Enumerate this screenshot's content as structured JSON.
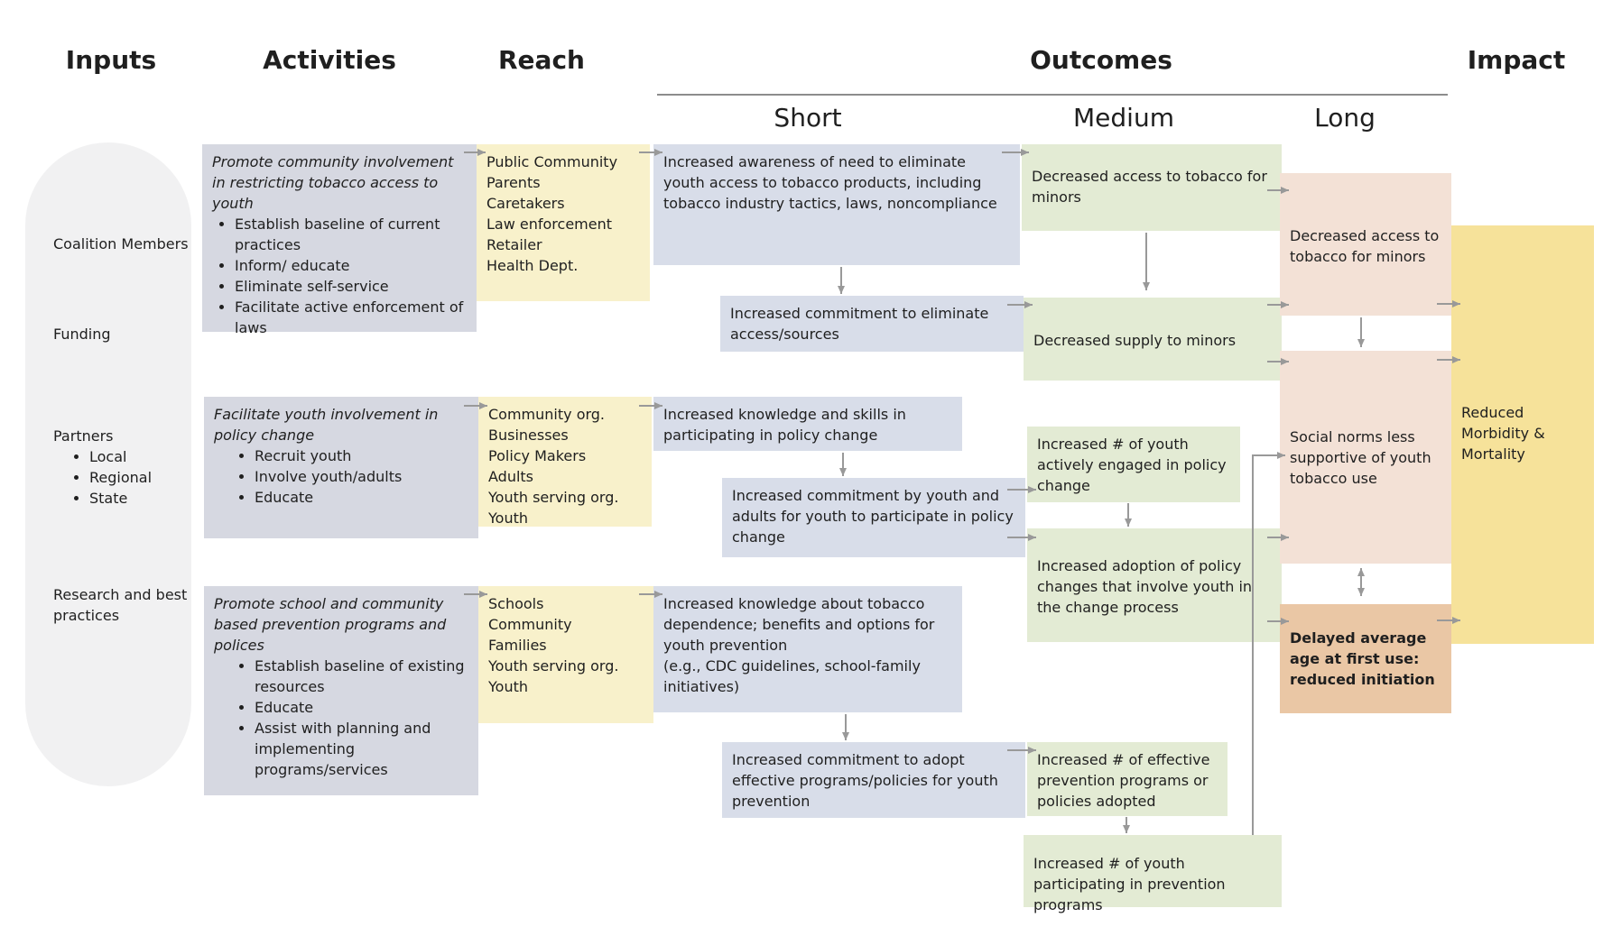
{
  "headers": {
    "inputs": "Inputs",
    "activities": "Activities",
    "reach": "Reach",
    "outcomes": "Outcomes",
    "impact": "Impact",
    "short": "Short",
    "medium": "Medium",
    "long": "Long"
  },
  "inputs": {
    "coalition": "Coalition Members",
    "funding": "Funding",
    "partners": "Partners",
    "partners_items": [
      "Local",
      "Regional",
      "State"
    ],
    "research": "Research and best practices"
  },
  "activities": [
    {
      "title": "Promote community involvement in restricting tobacco access to youth",
      "items": [
        "Establish baseline of current practices",
        "Inform/ educate",
        "Eliminate self-service",
        "Facilitate active enforcement of laws"
      ]
    },
    {
      "title": "Facilitate youth involvement in policy change",
      "items": [
        "Recruit youth",
        "Involve youth/adults",
        "Educate"
      ]
    },
    {
      "title": "Promote school and community based prevention programs and polices",
      "items": [
        "Establish baseline of existing resources",
        "Educate",
        "Assist with planning and implementing programs/services"
      ]
    }
  ],
  "reach": [
    [
      "Public Community",
      "Parents",
      "Caretakers",
      "Law enforcement",
      "Retailer",
      "Health Dept."
    ],
    [
      "Community org.",
      "Businesses",
      "Policy Makers",
      "Adults",
      "Youth serving org.",
      "Youth"
    ],
    [
      "Schools",
      "Community",
      "Families",
      "Youth serving org.",
      "Youth"
    ]
  ],
  "short": {
    "s1": "Increased awareness of need to eliminate youth access to tobacco products, including tobacco industry tactics, laws, noncompliance",
    "s2": "Increased commitment to eliminate access/sources",
    "s3": "Increased knowledge and skills in participating in policy change",
    "s4": "Increased commitment by youth and adults for youth to participate in policy change",
    "s5": "Increased knowledge about tobacco dependence; benefits and options for youth prevention",
    "s5b": "(e.g., CDC guidelines, school-family initiatives)",
    "s6": "Increased commitment to adopt effective programs/policies for youth prevention"
  },
  "medium": {
    "m1": "Decreased access to tobacco for minors",
    "m2": "Decreased supply to minors",
    "m3": "Increased # of youth actively engaged in policy change",
    "m4": "Increased adoption of policy changes that involve youth in the change process",
    "m5": "Increased # of effective prevention programs or policies adopted",
    "m6": "Increased # of youth participating in prevention programs"
  },
  "long": {
    "l1": "Decreased access to tobacco for minors",
    "l2": "Social norms less supportive of youth tobacco use",
    "l3": "Delayed average age at first use: reduced initiation"
  },
  "impact": {
    "text": "Reduced Morbidity & Mortality"
  }
}
